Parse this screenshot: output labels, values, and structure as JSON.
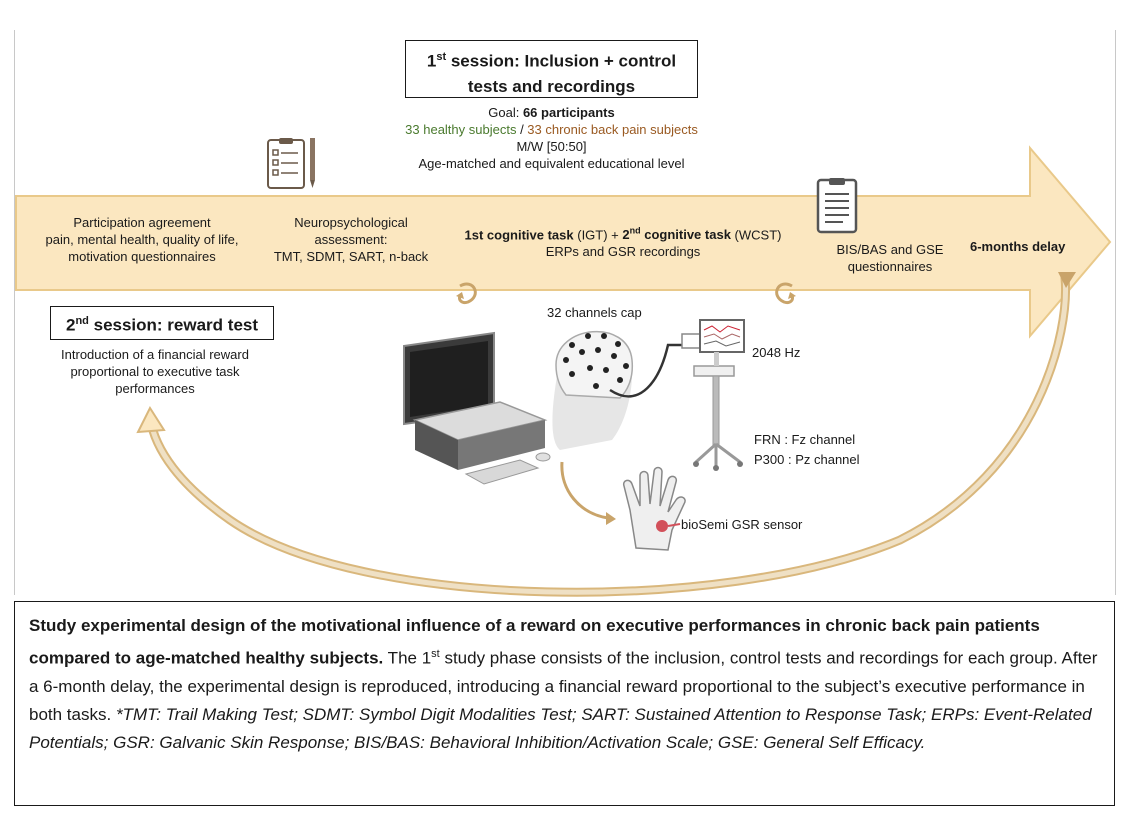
{
  "session1": {
    "title_num": "1",
    "title_sup": "st",
    "title_rest": " session: Inclusion + control",
    "title_line2": "tests and recordings"
  },
  "goal": {
    "prefix": "Goal: ",
    "participants": "66 participants",
    "healthy": "33 healthy subjects",
    "separator": " / ",
    "pain": "33 chronic back pain subjects",
    "ratio": "M/W [50:50]",
    "matching": "Age-matched and equivalent educational level"
  },
  "arrow_steps": {
    "participation": [
      "Participation agreement",
      "pain, mental health, quality of life,",
      "motivation questionnaires"
    ],
    "neuro": [
      "Neuropsychological",
      "assessment:",
      "TMT, SDMT, SART, n-back"
    ],
    "cognitive_a": "1st cognitive task",
    "cognitive_b": " (IGT) + ",
    "cognitive_c_num": "2",
    "cognitive_c_sup": "nd",
    "cognitive_c_rest": " cognitive task",
    "cognitive_d": " (WCST)",
    "cognitive_line2": "ERPs and GSR recordings",
    "bisbas": [
      "BIS/BAS and GSE",
      "questionnaires"
    ],
    "delay": "6-months delay"
  },
  "session2": {
    "title_num": "2",
    "title_sup": "nd",
    "title_rest": " session: reward test",
    "desc": [
      "Introduction of a financial reward",
      "proportional to executive task",
      "performances"
    ]
  },
  "setup": {
    "cap": "32 channels cap",
    "rate": "2048 Hz",
    "frn": "FRN : Fz channel",
    "p300": "P300 : Pz channel",
    "gsr": "bioSemi GSR sensor"
  },
  "caption": {
    "bold": "Study experimental design of the motivational influence of a reward on executive performances in chronic back pain patients compared to age-matched healthy subjects.",
    "p1": " The 1",
    "p1_sup": "st",
    "p2": " study phase consists of the inclusion, control tests and recordings for each group. After a 6-month delay, the experimental design is reproduced, introducing a financial reward proportional to the subject’s executive performance in both tasks. ",
    "italic": "*TMT: Trail Making Test; SDMT: Symbol Digit Modalities Test; SART: Sustained Attention to Response Task; ERPs: Event-Related Potentials; GSR: Galvanic Skin Response; BIS/BAS: Behavioral Inhibition/Activation Scale; GSE: General Self Efficacy."
  },
  "colors": {
    "arrow_fill": "#fbe7c0",
    "arrow_stroke": "#e9c98a",
    "curve": "#d9b77c",
    "healthy_text": "#4a7a2e",
    "pain_text": "#9a5a22"
  }
}
